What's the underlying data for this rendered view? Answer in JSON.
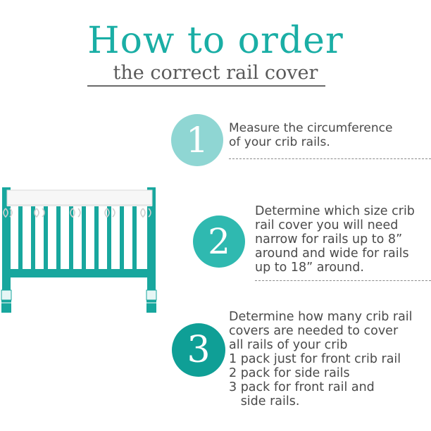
{
  "header": {
    "title": "How to order",
    "subtitle": "the correct rail cover"
  },
  "steps": [
    {
      "number": "1",
      "lines": [
        "Measure the circumference",
        "of your crib rails."
      ]
    },
    {
      "number": "2",
      "lines": [
        "Determine which size crib",
        "rail cover you will need",
        "narrow for rails up to 8”",
        "around and wide for rails",
        "up to 18” around."
      ]
    },
    {
      "number": "3",
      "lines": [
        "Determine how many crib rail",
        "covers are needed to cover",
        "all rails of your crib",
        "1 pack just for front crib rail",
        "2 pack for side rails",
        "3 pack for front rail and",
        "   side rails."
      ]
    }
  ],
  "colors": {
    "teal": "#1aaea5",
    "circle_1": "#8fd6d3",
    "circle_2": "#2fb9b0",
    "circle_3": "#0f9f96",
    "crib": "#18a79e",
    "text": "#4a4a4a"
  },
  "illustration": "crib-with-rail-cover"
}
